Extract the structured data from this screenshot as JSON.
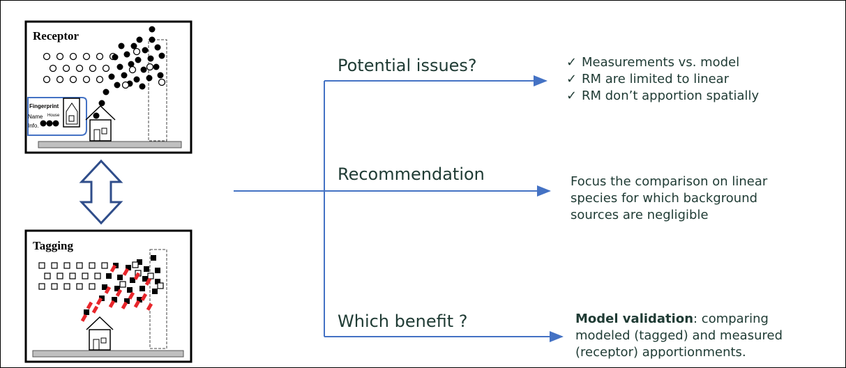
{
  "receptor_panel": {
    "title": "Receptor",
    "fingerprint_label": "Fingerprint",
    "name_label": "Name",
    "house_label": "House",
    "info_label": "Info."
  },
  "tagging_panel": {
    "title": "Tagging"
  },
  "colors": {
    "arrow_blue": "#4472c4",
    "text_green": "#1f3b34",
    "tag_red": "#e8262b",
    "ground_gray": "#bfbfbf"
  },
  "branches": [
    {
      "question": "Potential issues?",
      "answer_items": [
        "Measurements vs. model",
        "RM are limited to linear",
        "RM don’t apportion spatially"
      ],
      "check_mark": "✓"
    },
    {
      "question": "Recommendation",
      "answer_lines": [
        "Focus the comparison on linear",
        "species for which background",
        "sources are negligible"
      ]
    },
    {
      "question": "Which benefit ?",
      "answer_bold": "Model validation",
      "answer_rest_lines": [
        ": comparing",
        "modeled (tagged) and measured",
        "(receptor) apportionments."
      ]
    }
  ]
}
